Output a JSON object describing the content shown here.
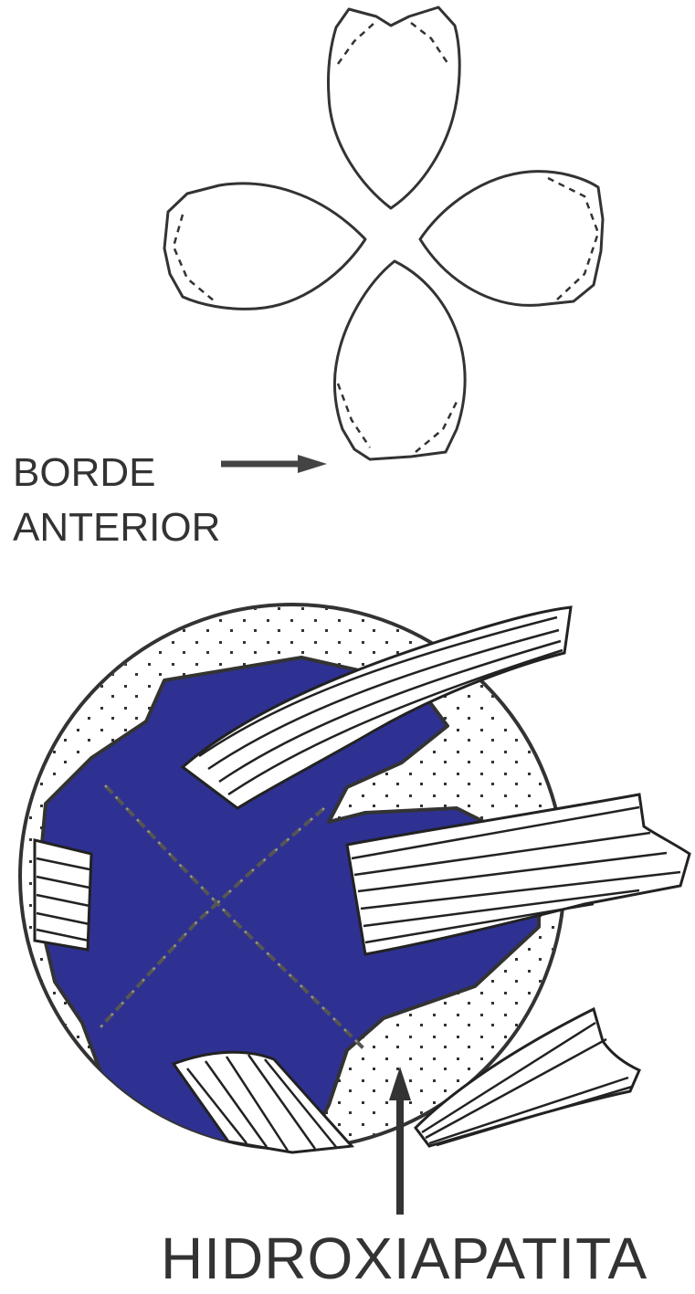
{
  "labels": {
    "front_edge_line1": "BORDE",
    "front_edge_line2": "ANTERIOR",
    "hydroxyapatite": "HIDROXIAPATITA"
  },
  "colors": {
    "ink": "#333333",
    "fill_blue": "#2e3192",
    "background": "#ffffff"
  }
}
